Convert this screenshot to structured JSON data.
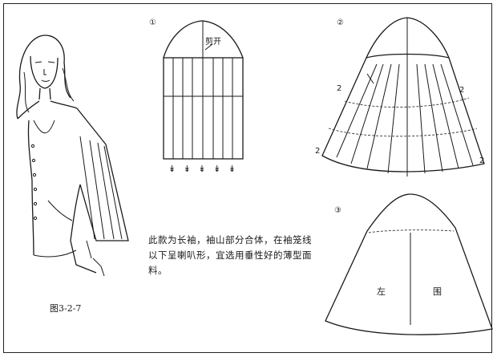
{
  "figure_label": "图3-2-7",
  "panels": {
    "p1": {
      "marker": "①",
      "cut_label": "剪开",
      "bottom_marks": "↡ ↡ ↡ ↡ ↡"
    },
    "p2": {
      "marker": "②",
      "spread_values": [
        "2",
        "2",
        "2",
        "2"
      ]
    },
    "p3": {
      "marker": "③",
      "left_label": "左",
      "right_label": "围"
    }
  },
  "caption": "此款为长袖，袖山部分合体，在袖笼线以下呈喇叭形，宜选用垂性好的薄型面料。"
}
